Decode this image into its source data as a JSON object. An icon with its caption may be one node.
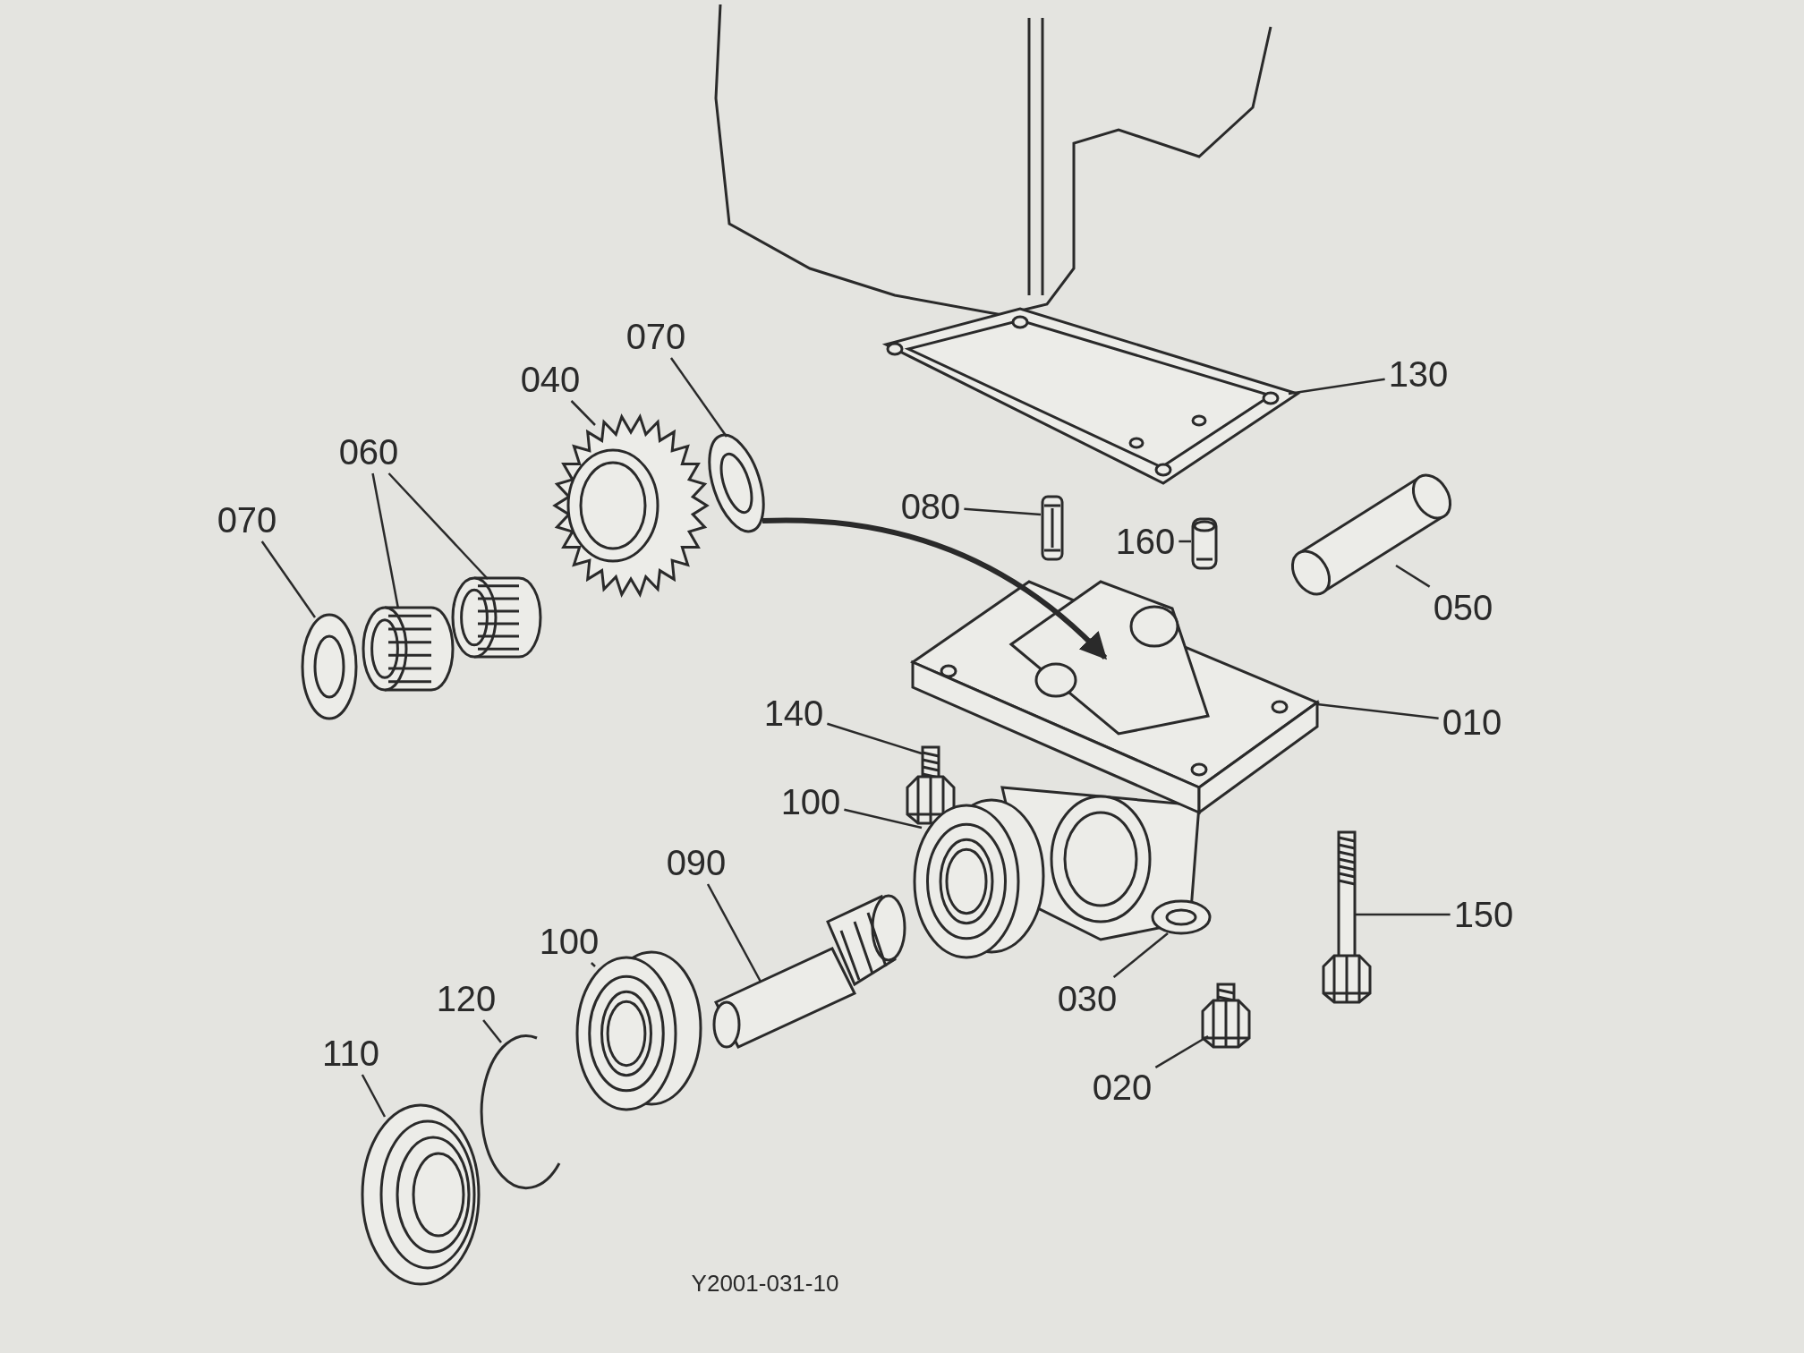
{
  "diagram": {
    "nodes": [
      {
        "text": [
          "130"
        ]
      },
      {
        "text": [],
        "shape": "picture"
      },
      {
        "text": [
          "070"
        ]
      },
      {
        "text": [],
        "shape": "picture"
      },
      {
        "text": [
          "040"
        ]
      },
      {
        "text": [],
        "shape": "picture"
      },
      {
        "text": [
          "060"
        ]
      },
      {
        "text": [],
        "shape": "picture"
      },
      {
        "text": [],
        "shape": "picture"
      },
      {
        "text": [
          "070"
        ]
      },
      {
        "text": [],
        "shape": "picture"
      },
      {
        "text": [
          "080"
        ]
      },
      {
        "text": [],
        "shape": "picture"
      },
      {
        "text": [
          "160"
        ]
      },
      {
        "text": [],
        "shape": "picture"
      },
      {
        "text": [
          "050"
        ]
      },
      {
        "text": [],
        "shape": "picture"
      },
      {
        "text": [
          "140"
        ]
      },
      {
        "text": [],
        "shape": "picture"
      },
      {
        "text": [
          "010"
        ]
      },
      {
        "text": [],
        "shape": "picture"
      },
      {
        "text": [
          "100"
        ]
      },
      {
        "text": [],
        "shape": "picture"
      },
      {
        "text": [
          "090"
        ]
      },
      {
        "text": [],
        "shape": "picture"
      },
      {
        "text": [
          "150"
        ]
      },
      {
        "text": [],
        "shape": "picture"
      },
      {
        "text": [
          "030"
        ]
      },
      {
        "text": [],
        "shape": "picture"
      },
      {
        "text": [
          "020"
        ]
      },
      {
        "text": [],
        "shape": "picture"
      },
      {
        "text": [
          "100"
        ]
      },
      {
        "text": [],
        "shape": "picture"
      },
      {
        "text": [
          "120"
        ]
      },
      {
        "text": [],
        "shape": "picture"
      },
      {
        "text": [
          "110"
        ]
      },
      {
        "text": [],
        "shape": "picture"
      }
    ],
    "edges": [
      {
        "from": 0,
        "to": 1,
        "arrow": "none"
      },
      {
        "from": 2,
        "to": 3,
        "arrow": "none"
      },
      {
        "from": 4,
        "to": 5,
        "arrow": "none"
      },
      {
        "from": 6,
        "to": 7,
        "arrow": "none"
      },
      {
        "from": 6,
        "to": 8,
        "arrow": "none"
      },
      {
        "from": 9,
        "to": 10,
        "arrow": "none"
      },
      {
        "from": 11,
        "to": 12,
        "arrow": "none"
      },
      {
        "from": 13,
        "to": 14,
        "arrow": "none"
      },
      {
        "from": 15,
        "to": 16,
        "arrow": "none"
      },
      {
        "from": 17,
        "to": 18,
        "arrow": "none"
      },
      {
        "from": 19,
        "to": 20,
        "arrow": "none"
      },
      {
        "from": 21,
        "to": 22,
        "arrow": "none"
      },
      {
        "from": 23,
        "to": 24,
        "arrow": "none"
      },
      {
        "from": 25,
        "to": 26,
        "arrow": "none"
      },
      {
        "from": 27,
        "to": 28,
        "arrow": "none"
      },
      {
        "from": 29,
        "to": 30,
        "arrow": "none"
      },
      {
        "from": 31,
        "to": 32,
        "arrow": "none"
      },
      {
        "from": 33,
        "to": 34,
        "arrow": "none"
      },
      {
        "from": 35,
        "to": 36,
        "arrow": "none"
      },
      {
        "from": 3,
        "to": 20,
        "arrow": "to",
        "style": "thick"
      }
    ],
    "labels": [
      "Y2001-031-10"
    ]
  }
}
